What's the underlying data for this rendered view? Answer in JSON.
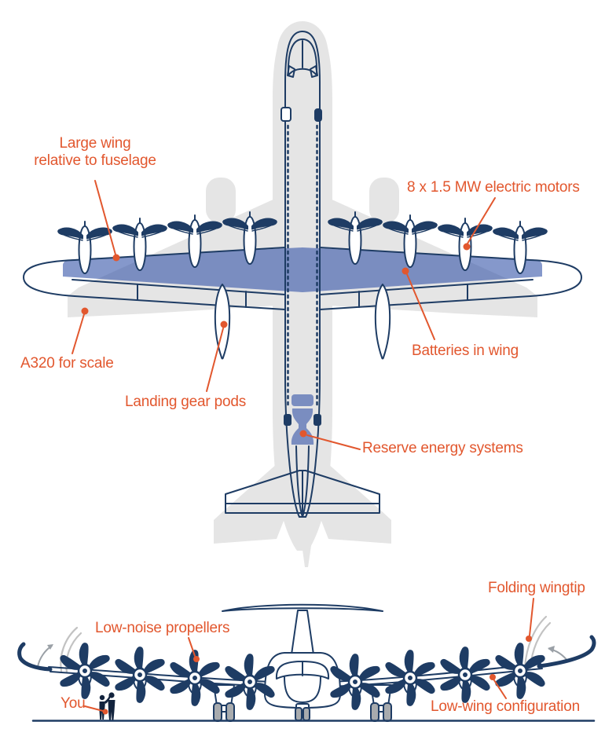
{
  "colors": {
    "accent_orange": "#E2572E",
    "outline_navy": "#1E3C64",
    "battery_blue": "#8095C8",
    "silhouette_gray": "#E5E5E5",
    "wheel_gray": "#A8ABAE",
    "ghost_gray": "#C2C2C2"
  },
  "top_view": {
    "labels": {
      "large_wing": "Large wing\nrelative to fuselage",
      "motors": "8 x 1.5 MW electric motors",
      "a320": "A320 for scale",
      "landing_gear": "Landing gear pods",
      "batteries": "Batteries in wing",
      "reserve": "Reserve energy systems"
    }
  },
  "bottom_view": {
    "labels": {
      "folding": "Folding wingtip",
      "low_noise": "Low-noise propellers",
      "you": "You",
      "low_wing": "Low-wing configuration"
    }
  }
}
